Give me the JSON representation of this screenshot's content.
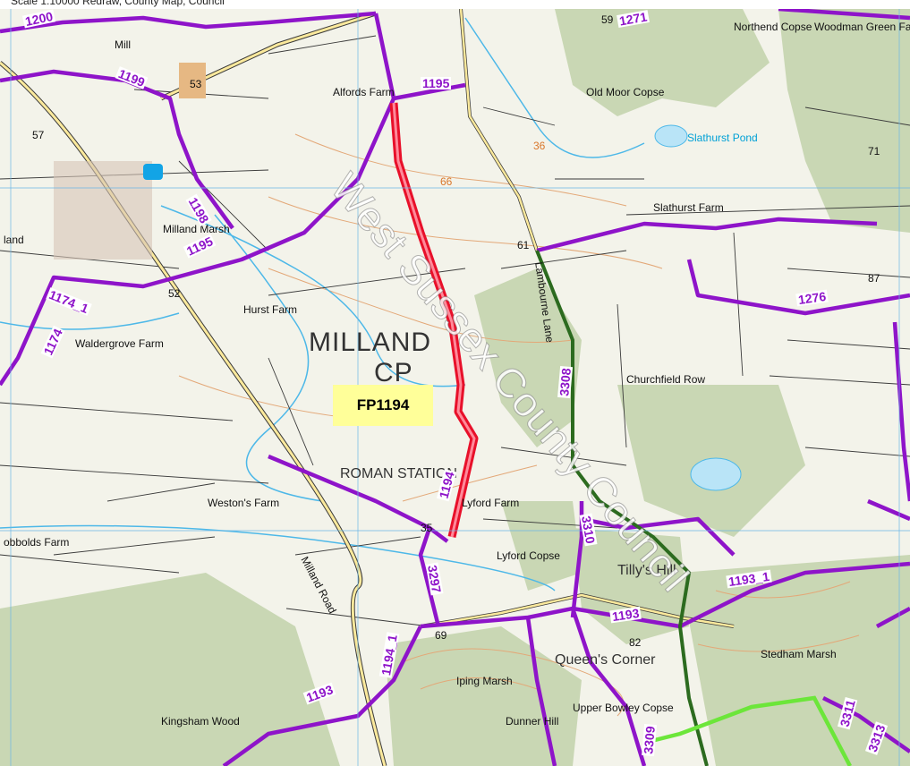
{
  "header_text": "Scale 1:10000 Redraw, County Map, Council",
  "colors": {
    "map_bg": "#f3f3ea",
    "field_line": "#3a3a3a",
    "wood": "#c9d7b4",
    "contour": "#e3a878",
    "water": "#4db8e8",
    "bridleway": "#8e14c9",
    "byway": "#2c6b1f",
    "cycle": "#6ce63a",
    "subject_path": "#e8102a",
    "highlight_box": "#ffff99"
  },
  "highlight": {
    "label": "FP1194"
  },
  "watermark": "West Sussex County Council",
  "places": {
    "alfords_farm": "Alfords Farm",
    "old_moor_copse": "Old Moor Copse",
    "slathurst_pond": "Slathurst Pond",
    "slathurst_farm": "Slathurst Farm",
    "northend_copse": "Northend Copse",
    "woodman_green": "Woodman Green Farm",
    "mill": "Mill",
    "milland_marsh": "Milland Marsh",
    "milland_cp": "MILLAND",
    "cp": "CP",
    "hurst_farm": "Hurst Farm",
    "waldergrove_farm": "Waldergrove Farm",
    "churchfield_row": "Churchfield Row",
    "roman_station": "ROMAN STATION",
    "westons_farm": "Weston's Farm",
    "lyford_farm": "Lyford Farm",
    "lyford_copse": "Lyford Copse",
    "tillys_hill": "Tilly's Hill",
    "queens_corner": "Queen's Corner",
    "upper_bowley": "Upper Bowley Copse",
    "iping_marsh": "Iping Marsh",
    "dunner_hill": "Dunner Hill",
    "kingsham_wood": "Kingsham Wood",
    "stedham_marsh": "Stedham Marsh",
    "milland_road": "Milland Road",
    "lambourne_lane": "Lambourne Lane",
    "cobbolds_farm": "obbolds Farm",
    "land": "land"
  },
  "spot_heights": [
    "53",
    "57",
    "52",
    "35",
    "69",
    "82",
    "59",
    "61",
    "71",
    "87",
    "66",
    "36"
  ],
  "routes": {
    "r1200": "1200",
    "r1199": "1199",
    "r1195a": "1195",
    "r1195b": "1195",
    "r1198": "1198",
    "r1271": "1271",
    "r1174": "1174_1",
    "r1174b": "1174",
    "r1276": "1276",
    "r3308": "3308",
    "r1194": "1194",
    "r3297": "3297",
    "r3310": "3310",
    "r1193a": "1193",
    "r1193b": "1193",
    "r1193c": "1193_1",
    "r1194_1": "1194_1",
    "r3309": "3309",
    "r3311": "3311",
    "r3313": "3313"
  }
}
